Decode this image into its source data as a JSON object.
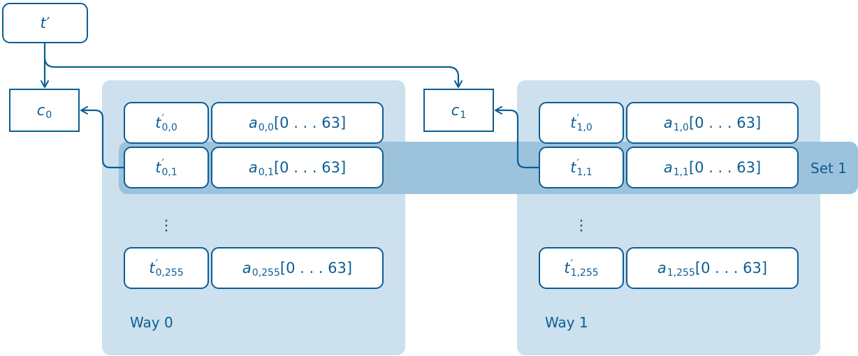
{
  "root": {
    "symbol": "t",
    "prime": "′"
  },
  "counters": [
    {
      "symbol": "c",
      "index": "0"
    },
    {
      "symbol": "c",
      "index": "1"
    }
  ],
  "set_label": "Set 1",
  "ways": [
    {
      "label": "Way 0",
      "dots": [
        "·",
        "·",
        "·"
      ],
      "rows": [
        {
          "tag_symbol": "t",
          "tag_prime": "′",
          "tag_index": "0,0",
          "data_symbol": "a",
          "data_index": "0,0",
          "data_range": "[0 . . . 63]"
        },
        {
          "tag_symbol": "t",
          "tag_prime": "′",
          "tag_index": "0,1",
          "data_symbol": "a",
          "data_index": "0,1",
          "data_range": "[0 . . . 63]"
        },
        {
          "tag_symbol": "t",
          "tag_prime": "′",
          "tag_index": "0,255",
          "data_symbol": "a",
          "data_index": "0,255",
          "data_range": "[0 . . . 63]"
        }
      ]
    },
    {
      "label": "Way 1",
      "dots": [
        "·",
        "·",
        "·"
      ],
      "rows": [
        {
          "tag_symbol": "t",
          "tag_prime": "′",
          "tag_index": "1,0",
          "data_symbol": "a",
          "data_index": "1,0",
          "data_range": "[0 . . . 63]"
        },
        {
          "tag_symbol": "t",
          "tag_prime": "′",
          "tag_index": "1,1",
          "data_symbol": "a",
          "data_index": "1,1",
          "data_range": "[0 . . . 63]"
        },
        {
          "tag_symbol": "t",
          "tag_prime": "′",
          "tag_index": "1,255",
          "data_symbol": "a",
          "data_index": "1,255",
          "data_range": "[0 . . . 63]"
        }
      ]
    }
  ],
  "colors": {
    "stroke": "#0b5d93",
    "way_panel": "#cce0ee",
    "set_band": "#9dc2dc",
    "cell_fill": "#ffffff"
  }
}
